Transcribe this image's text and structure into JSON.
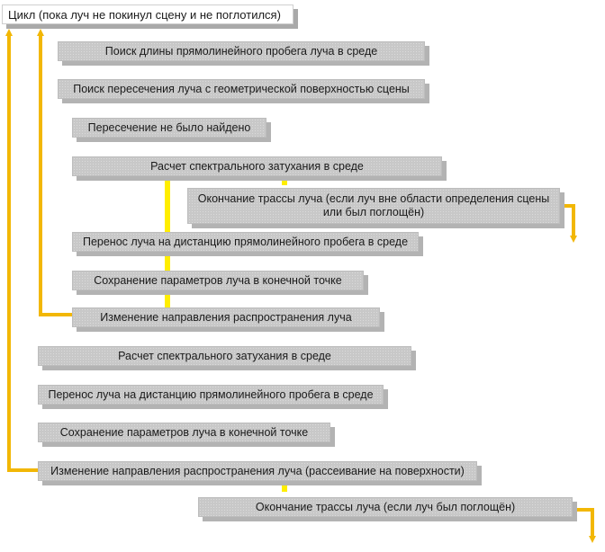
{
  "colors": {
    "arrow": "#f2b705",
    "connector": "#ffee00",
    "box": "#c8c8c8"
  },
  "loop_header": "Цикл (пока луч не покинул сцену и не поглотился)",
  "inner_steps": [
    "Поиск длины прямолинейного пробега луча в среде",
    "Поиск пересечения луча с геометрической поверхностью сцены",
    "Пересечение не было найдено",
    "Расчет спектрального затухания  в среде",
    "Окончание трассы луча (если луч вне области определения сцены или был поглощён)",
    "Перенос луча на дистанцию прямолинейного пробега в среде",
    "Сохранение параметров луча в конечной точке",
    "Изменение направления распространения луча"
  ],
  "outer_steps": [
    "Расчет спектрального затухания  в среде",
    "Перенос луча на дистанцию прямолинейного пробега в среде",
    "Сохранение параметров луча в конечной точке",
    "Изменение направления распространения луча (рассеивание на поверхности)",
    "Окончание трассы луча (если луч был поглощён)"
  ]
}
